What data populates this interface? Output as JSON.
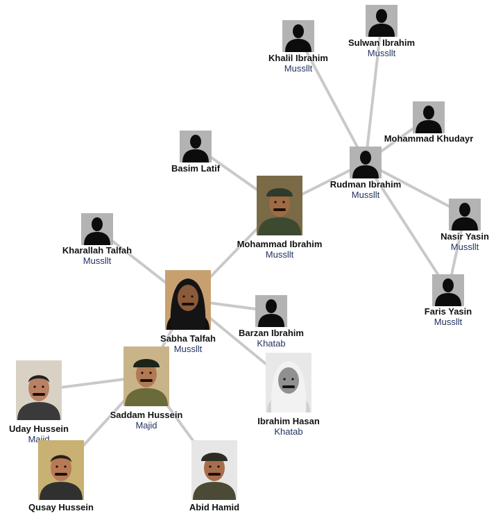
{
  "colors": {
    "edge": "#c9c9c9",
    "name_text": "#111111",
    "family_text": "#1f2f5e",
    "silhouette_bg": "#b3b3b3",
    "silhouette_fg": "#0c0c0c"
  },
  "nodes": [
    {
      "id": "sulwan",
      "name": "Sulwan Ibrahim",
      "family": "Mussllt",
      "photo": "silhouette"
    },
    {
      "id": "khalil",
      "name": "Khalil Ibrahim",
      "family": "Mussllt",
      "photo": "silhouette"
    },
    {
      "id": "khudayr",
      "name": "Mohammad Khudayr",
      "family": "",
      "photo": "silhouette"
    },
    {
      "id": "basim",
      "name": "Basim Latif",
      "family": "",
      "photo": "silhouette"
    },
    {
      "id": "rudman",
      "name": "Rudman Ibrahim",
      "family": "Mussllt",
      "photo": "silhouette"
    },
    {
      "id": "mohammad",
      "name": "Mohammad Ibrahim",
      "family": "Mussllt",
      "photo": "portrait"
    },
    {
      "id": "kharallah",
      "name": "Kharallah Talfah",
      "family": "Mussllt",
      "photo": "silhouette"
    },
    {
      "id": "nasir",
      "name": "Nasir Yasin",
      "family": "Mussllt",
      "photo": "silhouette"
    },
    {
      "id": "faris",
      "name": "Faris Yasin",
      "family": "Mussllt",
      "photo": "silhouette"
    },
    {
      "id": "sabha",
      "name": "Sabha Talfah",
      "family": "Mussllt",
      "photo": "portrait"
    },
    {
      "id": "barzan",
      "name": "Barzan Ibrahim",
      "family": "Khatab",
      "photo": "silhouette"
    },
    {
      "id": "ibrahim_hasan",
      "name": "Ibrahim Hasan",
      "family": "Khatab",
      "photo": "portrait"
    },
    {
      "id": "saddam",
      "name": "Saddam Hussein",
      "family": "Majid",
      "photo": "portrait"
    },
    {
      "id": "uday",
      "name": "Uday Hussein",
      "family": "Majid",
      "photo": "portrait"
    },
    {
      "id": "qusay",
      "name": "Qusay Hussein",
      "family": "",
      "photo": "portrait"
    },
    {
      "id": "abid",
      "name": "Abid Hamid",
      "family": "",
      "photo": "portrait"
    }
  ],
  "edges": [
    [
      "khalil",
      "rudman"
    ],
    [
      "sulwan",
      "rudman"
    ],
    [
      "khudayr",
      "rudman"
    ],
    [
      "rudman",
      "mohammad"
    ],
    [
      "rudman",
      "nasir"
    ],
    [
      "rudman",
      "faris"
    ],
    [
      "nasir",
      "faris"
    ],
    [
      "basim",
      "mohammad"
    ],
    [
      "mohammad",
      "sabha"
    ],
    [
      "kharallah",
      "sabha"
    ],
    [
      "sabha",
      "barzan"
    ],
    [
      "sabha",
      "ibrahim_hasan"
    ],
    [
      "sabha",
      "saddam"
    ],
    [
      "saddam",
      "uday"
    ],
    [
      "saddam",
      "qusay"
    ],
    [
      "saddam",
      "abid"
    ]
  ]
}
